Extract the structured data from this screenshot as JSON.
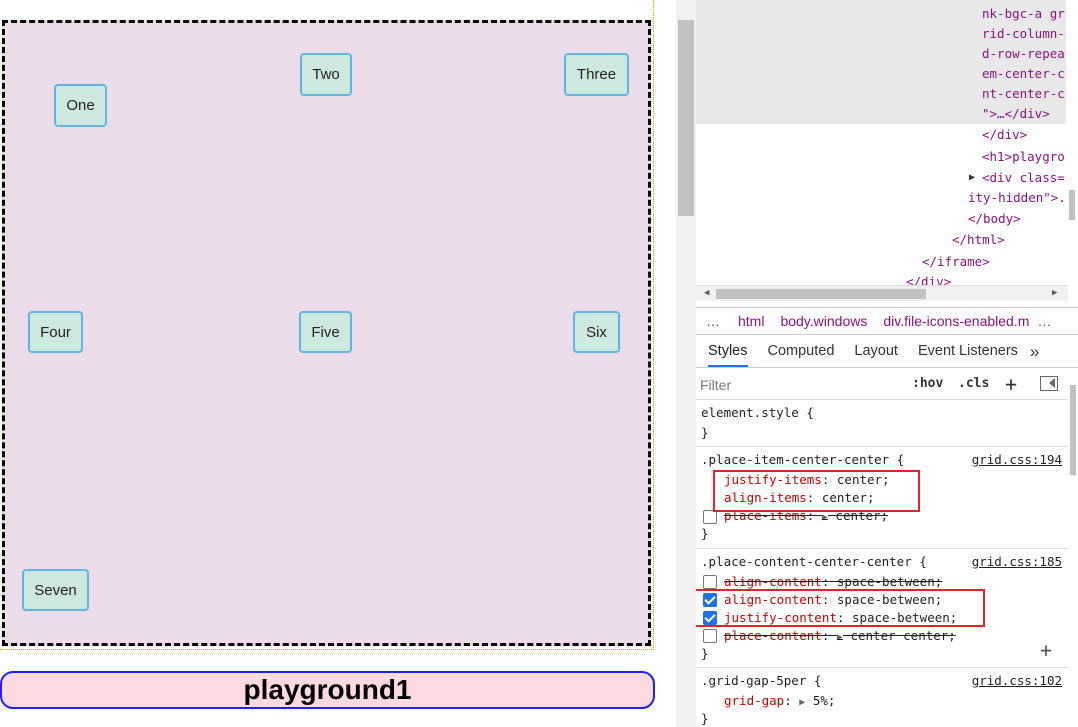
{
  "grid": {
    "items": [
      "One",
      "Two",
      "Three",
      "Four",
      "Five",
      "Six",
      "Seven"
    ]
  },
  "page": {
    "title": "playground1"
  },
  "dom": {
    "lines": [
      "nk-bgc-a gr",
      "rid-column-",
      "d-row-repea",
      "em-center-c",
      "nt-center-c",
      "\">…</div>",
      "</div>",
      "<h1>playgro",
      "<div class=",
      "ity-hidden\">.",
      "</body>",
      "</html>",
      "</iframe>",
      "</div>"
    ]
  },
  "breadcrumb": {
    "ellipsis": "…",
    "items": [
      "html",
      "body.windows",
      "div.file-icons-enabled.m"
    ],
    "more": "…"
  },
  "tabs": [
    "Styles",
    "Computed",
    "Layout",
    "Event Listeners",
    "»"
  ],
  "filter": {
    "placeholder": "Filter",
    "hov": ":hov",
    "cls": ".cls",
    "add": "+"
  },
  "rules": {
    "element_style": {
      "selector": "element.style {",
      "close": "}"
    },
    "r1": {
      "selector": ".place-item-center-center {",
      "source": "grid.css:194",
      "props": [
        {
          "name": "justify-items",
          "value": " center;"
        },
        {
          "name": "align-items",
          "value": " center;"
        },
        {
          "name": "place-items",
          "value": " center;"
        }
      ],
      "close": "}"
    },
    "r2": {
      "selector": ".place-content-center-center {",
      "source": "grid.css:185",
      "props": [
        {
          "name": "align-content",
          "value": " space-between;"
        },
        {
          "name": "align-content",
          "value": " space-between;"
        },
        {
          "name": "justify-content",
          "value": " space-between;"
        },
        {
          "name": "place-content",
          "value": " center center;"
        }
      ],
      "close": "}",
      "plus": "+"
    },
    "r3": {
      "selector": ".grid-gap-5per {",
      "source": "grid.css:102",
      "props": [
        {
          "name": "grid-gap",
          "value": " 5%;"
        }
      ],
      "close": "}"
    }
  },
  "colors": {
    "highlight": "#e0242a",
    "accent": "#1a73e8",
    "grid_bg": "#ecdbe8",
    "item_bg": "#cde9df"
  }
}
